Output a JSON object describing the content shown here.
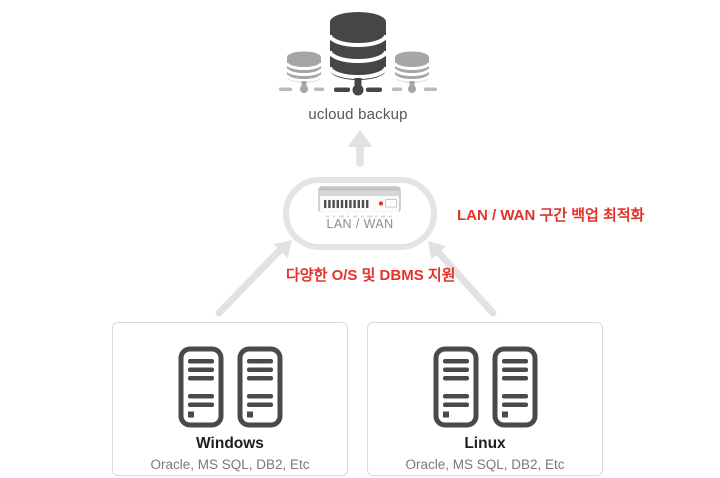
{
  "diagram": {
    "backup": {
      "label": "ucloud backup"
    },
    "hub": {
      "label": "LAN / WAN"
    },
    "notes": {
      "wan": "LAN / WAN 구간 백업 최적화",
      "os": "다양한 O/S 및 DBMS 지원"
    },
    "servers": [
      {
        "title": "Windows",
        "subtitle": "Oracle, MS SQL, DB2, Etc"
      },
      {
        "title": "Linux",
        "subtitle": "Oracle, MS SQL, DB2, Etc"
      }
    ],
    "icons": {
      "database-cluster-icon": "three stacked database cylinders, large dark center with two small gray sides",
      "network-switch-icon": "gray network switch with ports and red LED",
      "server-icon": "server tower outline with slots",
      "arrow-up-icon": "light gray arrow pointing up",
      "arrow-diagonal-icon": "light gray arrow pointing toward hub"
    },
    "colors": {
      "accent_red": "#e23329",
      "dark_icon": "#464646",
      "light_icon": "#a6a6a6",
      "arrow": "#e2e2e2",
      "hub_border": "#e4e4e4",
      "box_border": "#d9d9d9"
    }
  }
}
